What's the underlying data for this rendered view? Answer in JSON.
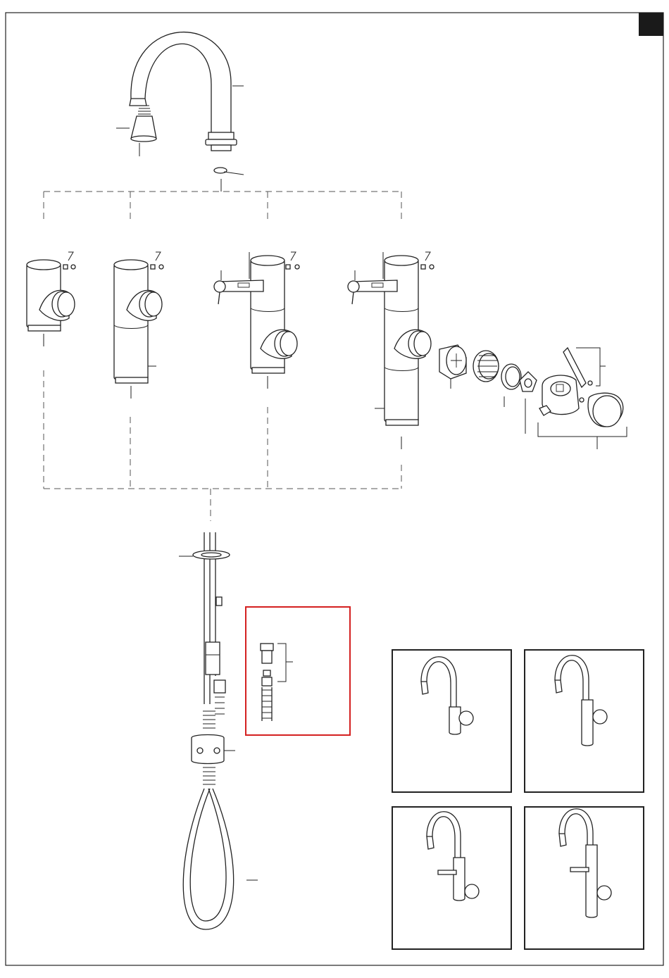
{
  "page": {
    "corner_tab_color": "#1a1a1a",
    "highlight_box_color": "#d42020"
  },
  "variants": [
    {
      "id": "variant-1",
      "description_icon": "faucet-short-body"
    },
    {
      "id": "variant-2",
      "description_icon": "faucet-tall-body"
    },
    {
      "id": "variant-3",
      "description_icon": "faucet-short-body-with-side-valve"
    },
    {
      "id": "variant-4",
      "description_icon": "faucet-tall-body-with-side-valve"
    }
  ]
}
